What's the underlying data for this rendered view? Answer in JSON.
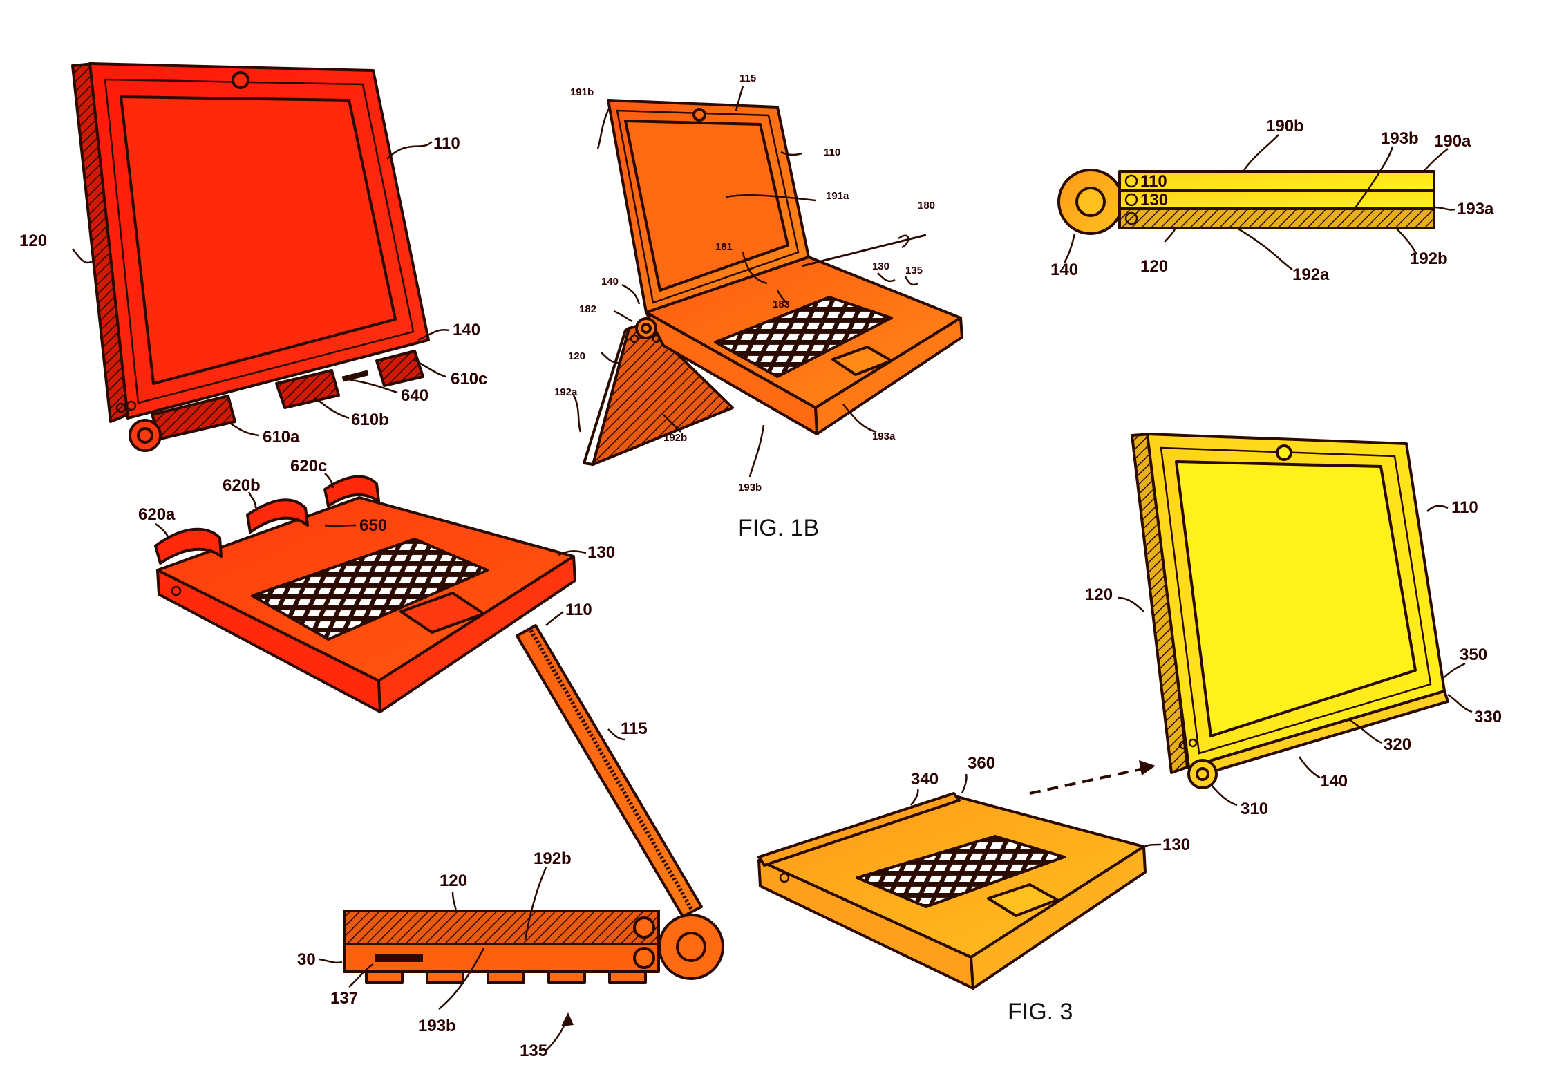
{
  "figures": {
    "fig1b": "FIG. 1B",
    "fig3": "FIG. 3"
  },
  "labels": {
    "a_110": "110",
    "a_120": "120",
    "a_140": "140",
    "a_640": "640",
    "a_610c": "610c",
    "a_610b": "610b",
    "a_610a": "610a",
    "a_620a": "620a",
    "a_620b": "620b",
    "a_620c": "620c",
    "a_650": "650",
    "a_130": "130",
    "b_115": "115",
    "b_191b": "191b",
    "b_110": "110",
    "b_191a": "191a",
    "b_180": "180",
    "b_181": "181",
    "b_183": "183",
    "b_130": "130",
    "b_135": "135",
    "b_140": "140",
    "b_182": "182",
    "b_120": "120",
    "b_192a": "192a",
    "b_192b": "192b",
    "b_193a": "193a",
    "b_193b": "193b",
    "c_190b": "190b",
    "c_193b": "193b",
    "c_190a": "190a",
    "c_110": "110",
    "c_130": "130",
    "c_193a": "193a",
    "c_192b": "192b",
    "c_192a": "192a",
    "c_140": "140",
    "c_120": "120",
    "d_110": "110",
    "d_115": "115",
    "d_120": "120",
    "d_192b": "192b",
    "d_30": "30",
    "d_137": "137",
    "d_193b": "193b",
    "d_135": "135",
    "e_110": "110",
    "e_120": "120",
    "e_350": "350",
    "e_330": "330",
    "e_320": "320",
    "e_140": "140",
    "e_310": "310",
    "e_340": "340",
    "e_360": "360",
    "e_130": "130"
  },
  "colors": {
    "red": "#ff1a0a",
    "red_orange": "#ff3d0a",
    "orange": "#ff6a10",
    "orange_light": "#ff8a18",
    "amber": "#ffb020",
    "yellow": "#ffe020",
    "yellow_bright": "#fff21a",
    "outline": "#2b0a00"
  }
}
